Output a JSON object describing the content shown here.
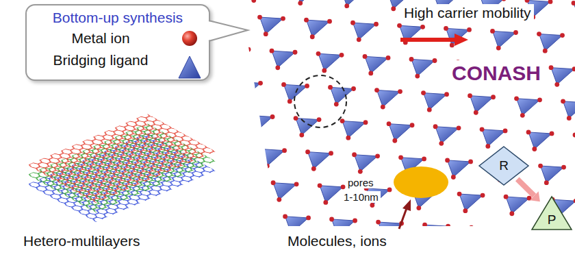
{
  "diagram": {
    "nodes": [
      {
        "text": [
          "Bottom-up synthesis",
          "Metal ion",
          "Bridging ligand"
        ]
      },
      {
        "text": [
          "R"
        ]
      },
      {
        "text": [
          "P"
        ]
      }
    ],
    "edges": [
      {
        "from": 1,
        "to": 2,
        "arrow": "to"
      }
    ],
    "labels": [
      "High carrier mobility",
      "CONASH",
      "pores",
      "1-10nm",
      "Hetero-multilayers",
      "Molecules, ions"
    ]
  }
}
